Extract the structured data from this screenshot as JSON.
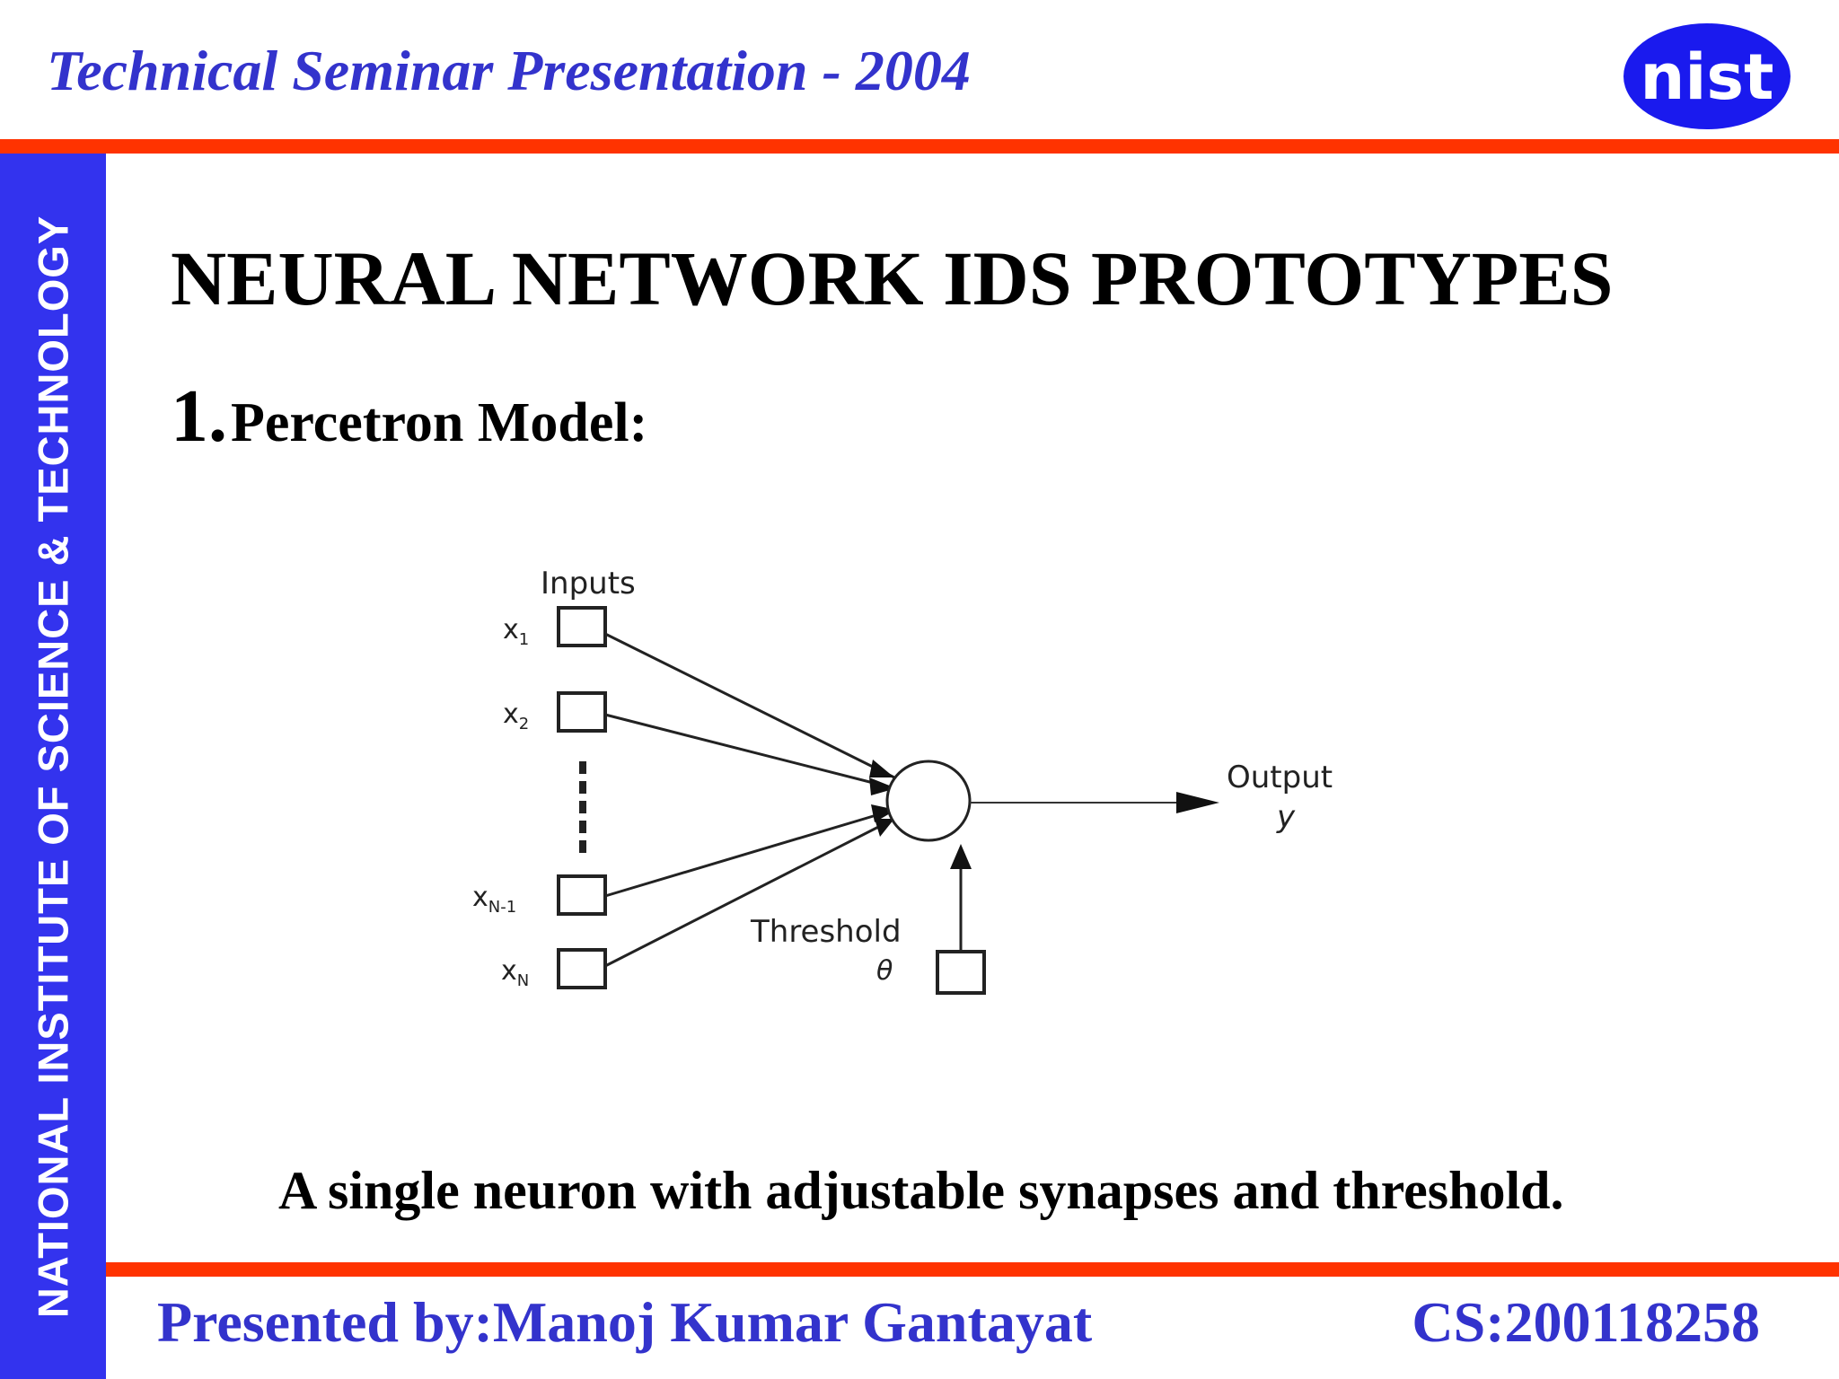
{
  "header": {
    "title": "Technical Seminar Presentation - 2004",
    "logo_text": "nist",
    "logo_color": "#1a1aee"
  },
  "sidebar": {
    "text": "NATIONAL INSTITUTE OF SCIENCE & TECHNOLOGY",
    "color": "#3333ee"
  },
  "slide": {
    "title": "NEURAL NETWORK IDS PROTOTYPES",
    "section_number": "1.",
    "section_label": "Percetron Model:"
  },
  "diagram": {
    "inputs_label": "Inputs",
    "input_labels": [
      "x",
      "x",
      "x",
      "x"
    ],
    "input_subscripts": [
      "1",
      "2",
      "N-1",
      "N"
    ],
    "output_label": "Output",
    "output_symbol": "y",
    "threshold_label": "Threshold",
    "threshold_symbol": "θ"
  },
  "caption": "A single neuron with adjustable synapses and threshold.",
  "footer": {
    "presenter": "Presented by:Manoj Kumar Gantayat",
    "id": "CS:200118258"
  },
  "colors": {
    "accent_rule": "#ff3300",
    "heading_blue": "#3333cc"
  }
}
